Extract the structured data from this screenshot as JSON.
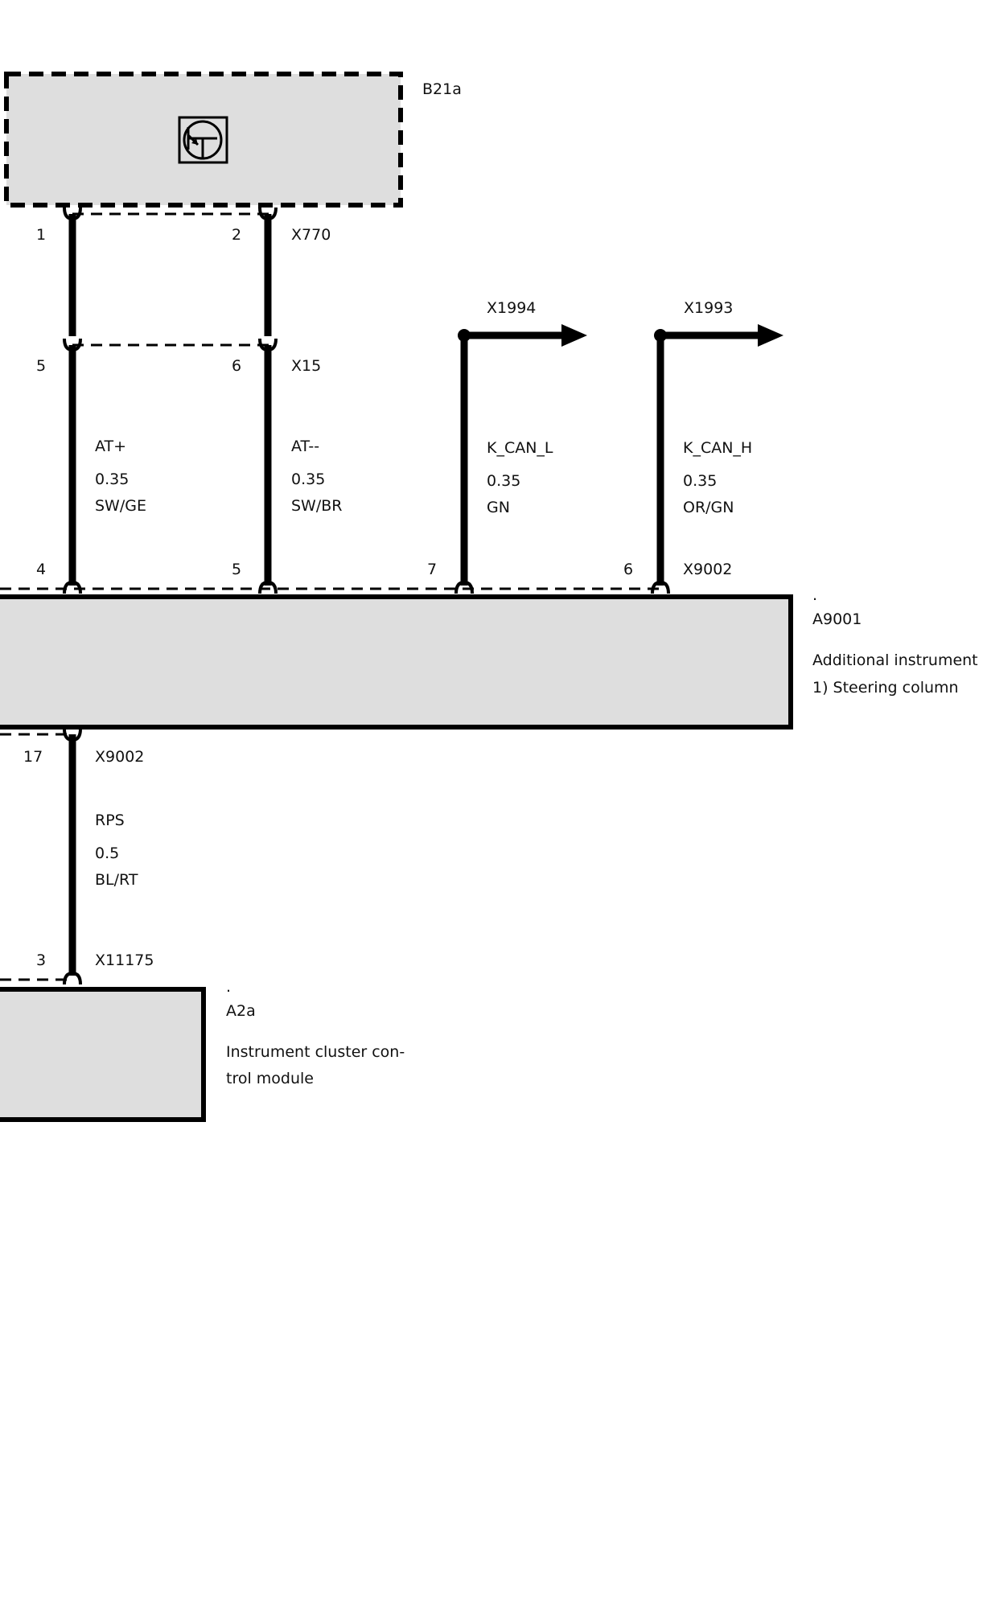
{
  "colors": {
    "component_fill": "#dedede",
    "line": "#000000",
    "background": "#ffffff"
  },
  "components": {
    "b21a": {
      "id": "B21a",
      "icon": "transistor-sensor-icon"
    },
    "a9001": {
      "dot": ".",
      "id": "A9001",
      "desc1": "Additional instrument",
      "desc2": "1) Steering column"
    },
    "a2a": {
      "dot": ".",
      "id": "A2a",
      "desc1": "Instrument cluster con-",
      "desc2": "trol module"
    }
  },
  "connectors": {
    "x770": {
      "name": "X770",
      "pin_left": "1",
      "pin_right": "2"
    },
    "x15": {
      "name": "X15",
      "pin_left": "5",
      "pin_right": "6"
    },
    "x9002_top": {
      "name": "X9002",
      "pins": [
        "4",
        "5",
        "7",
        "6"
      ]
    },
    "x9002_bottom": {
      "name": "X9002",
      "pin": "17"
    },
    "x11175": {
      "name": "X11175",
      "pin": "3"
    },
    "x1994": {
      "name": "X1994"
    },
    "x1993": {
      "name": "X1993"
    }
  },
  "wires": [
    {
      "signal": "AT+",
      "size": "0.35",
      "color": "SW/GE"
    },
    {
      "signal": "AT--",
      "size": "0.35",
      "color": "SW/BR"
    },
    {
      "signal": "K_CAN_L",
      "size": "0.35",
      "color": "GN"
    },
    {
      "signal": "K_CAN_H",
      "size": "0.35",
      "color": "OR/GN"
    },
    {
      "signal": "RPS",
      "size": "0.5",
      "color": "BL/RT"
    }
  ]
}
